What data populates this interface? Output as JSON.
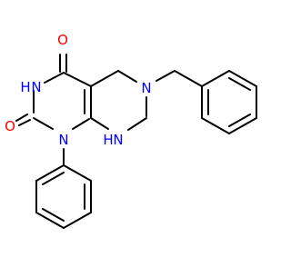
{
  "molecule": {
    "atoms": {
      "o_top": "O",
      "o_left": "O",
      "nh_imide": "N",
      "nh_imide_h": "H",
      "n_phenyl": "N",
      "n_benzyl": "N",
      "nh_amine": "N",
      "nh_amine_h": "H"
    },
    "colors": {
      "oxygen": "#ff0000",
      "nitrogen": "#0000ff",
      "bond": "#000000"
    }
  }
}
